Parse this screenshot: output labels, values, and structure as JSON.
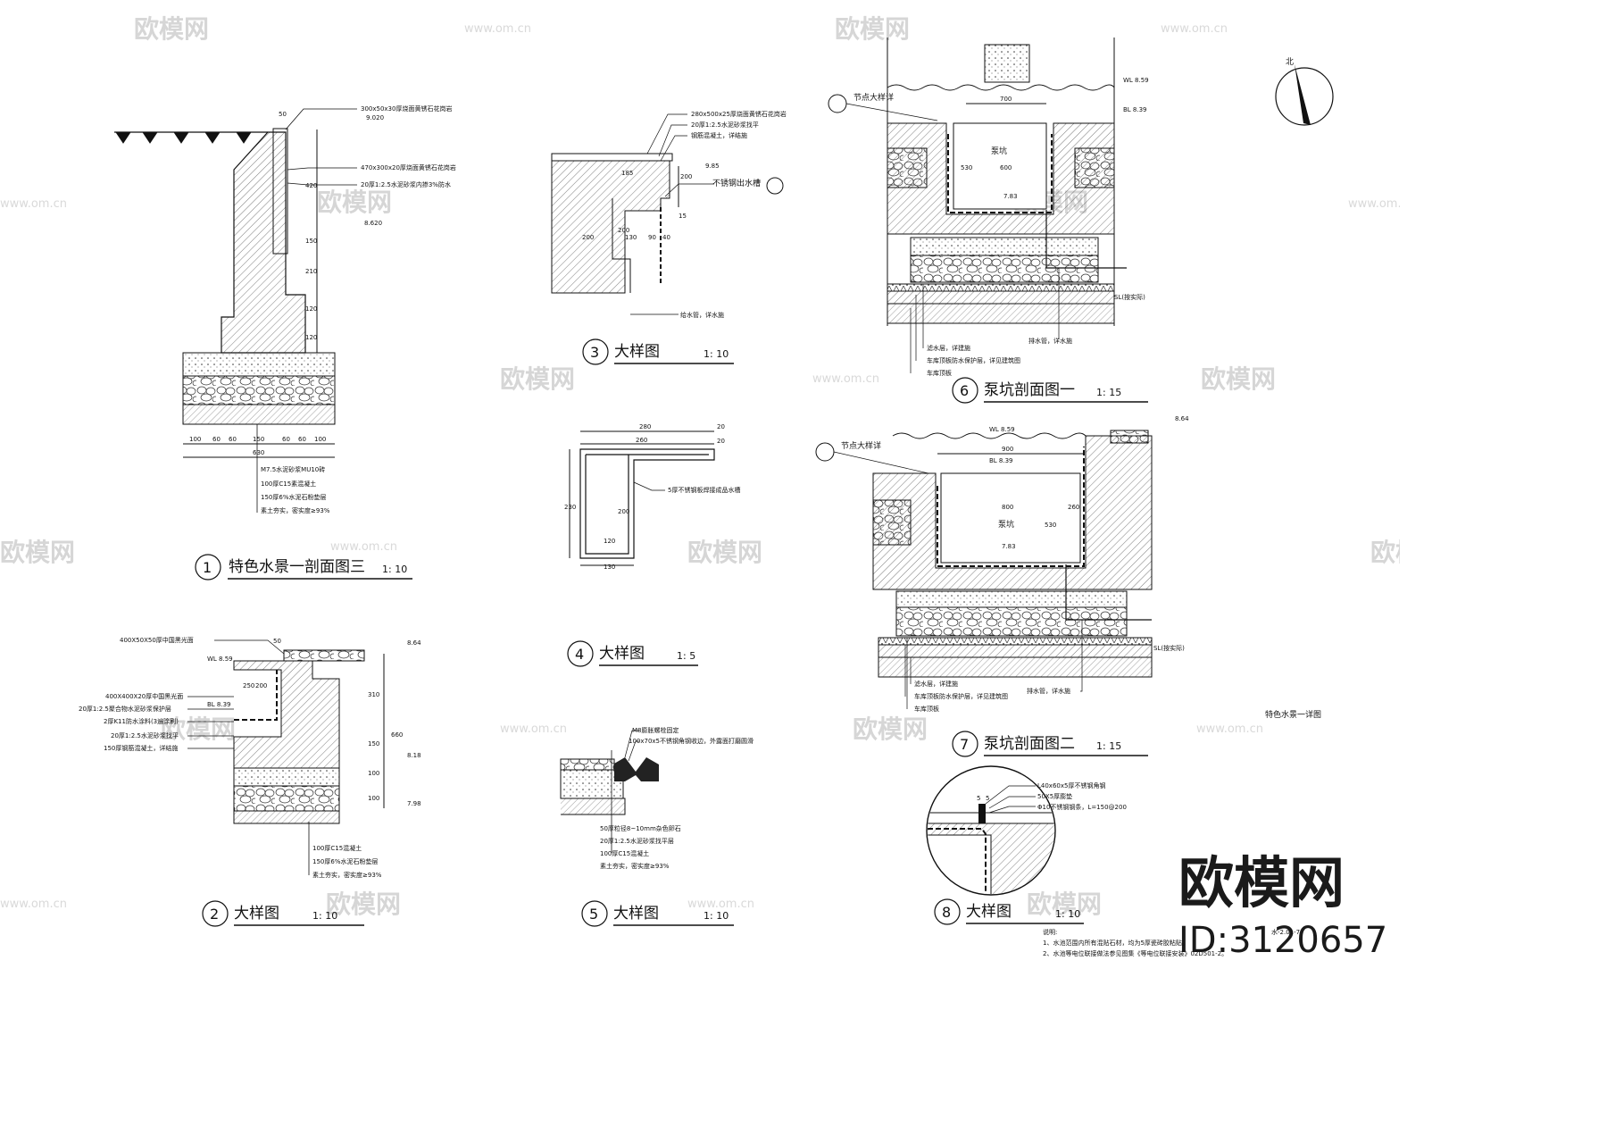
{
  "watermarks": {
    "brand": "欧模网",
    "site": "www.om.cn",
    "big_brand": "欧模网",
    "big_id": "ID:3120657"
  },
  "north": {
    "label": "北"
  },
  "sheet_caption": "特色水景一详图",
  "sheet_code": "水-2.01-7",
  "notes": {
    "heading": "说明:",
    "lines": [
      "1、水池范围内所有混贴石材，均为5厚瓷砖胶粘贴。",
      "2、水池等电位联接做法参见图集《等电位联接安装》02D501-2。"
    ]
  },
  "details": [
    {
      "num": "1",
      "title": "特色水景一剖面图三",
      "scale": "1: 10",
      "callouts": [
        "300x50x30厚烧面黄锈石花岗岩",
        "470x300x20厚烧面黄锈石花岗岩",
        "20厚1:2.5水泥砂浆内掺3%防水"
      ],
      "levels": [
        "9.020",
        "8.620"
      ],
      "dims_bottom": [
        "100",
        "60",
        "60",
        "150",
        "60",
        "60",
        "100"
      ],
      "total": "630",
      "dims_side": [
        "50",
        "420",
        "150",
        "210",
        "120",
        "120"
      ],
      "layers": [
        "M7.5水泥砂浆MU10砖",
        "100厚C15素混凝土",
        "150厚6%水泥石粉垫层",
        "素土夯实，密实度≥93%"
      ]
    },
    {
      "num": "2",
      "title": "大样图",
      "scale": "1: 10",
      "callouts": [
        "400X50X50厚中国黑光面",
        "400X400X20厚中国黑光面",
        "20厚1:2.5聚合物水泥砂浆保护层",
        "2厚K11防水涂料(3遍涂刷)",
        "20厚1:2.5水泥砂浆找平",
        "150厚钢筋混凝土，详结施"
      ],
      "levels": [
        "WL 8.59",
        "BL 8.39",
        "8.64",
        "8.18",
        "7.98"
      ],
      "dims": [
        "50",
        "250",
        "200",
        "310",
        "150",
        "100",
        "100",
        "660"
      ],
      "layers": [
        "100厚C15混凝土",
        "150厚6%水泥石粉垫层",
        "素土夯实，密实度≥93%"
      ]
    },
    {
      "num": "3",
      "title": "大样图",
      "scale": "1: 10",
      "callouts": [
        "280x500x25厚烧面黄锈石花岗岩",
        "20厚1:2.5水泥砂浆找平",
        "钢筋混凝土，详结施",
        "不锈钢出水槽",
        "给水管，详水施"
      ],
      "levels": [
        "9.85"
      ],
      "dims": [
        "185",
        "200",
        "15",
        "200",
        "200",
        "130",
        "90",
        "40"
      ]
    },
    {
      "num": "4",
      "title": "大样图",
      "scale": "1: 5",
      "callouts": [
        "5厚不锈钢板焊接成品水槽"
      ],
      "dims": [
        "280",
        "20",
        "20",
        "260",
        "230",
        "200",
        "120",
        "130"
      ]
    },
    {
      "num": "5",
      "title": "大样图",
      "scale": "1: 10",
      "callouts": [
        "M8膨胀螺栓固定",
        "100x70x5不锈钢角钢收边，外露面打磨圆滑"
      ],
      "layers": [
        "50厚粒径8~10mm杂色卵石",
        "20厚1:2.5水泥砂浆找平层",
        "100厚C15混凝土",
        "素土夯实，密实度≥93%"
      ]
    },
    {
      "num": "6",
      "title": "泵坑剖面图一",
      "scale": "1: 15",
      "callouts": [
        "节点大样详",
        "泵坑",
        "排水管，详水施",
        "滤水层，详建施",
        "车库顶板防水保护层，详见建筑图",
        "车库顶板"
      ],
      "levels": [
        "WL 8.59",
        "BL 8.39",
        "7.83",
        "SL(按实际)"
      ],
      "dims": [
        "700",
        "600",
        "530"
      ]
    },
    {
      "num": "7",
      "title": "泵坑剖面图二",
      "scale": "1: 15",
      "callouts": [
        "节点大样详",
        "泵坑",
        "排水管，详水施",
        "滤水层，详建施",
        "车库顶板防水保护层，详见建筑图",
        "车库顶板"
      ],
      "levels": [
        "WL 8.59",
        "BL 8.39",
        "8.64",
        "7.83",
        "SL(按实际)"
      ],
      "dims": [
        "900",
        "800",
        "530",
        "260"
      ]
    },
    {
      "num": "8",
      "title": "大样图",
      "scale": "1: 10",
      "callouts": [
        "L40x60x5厚不锈钢角钢",
        "50X5厚膨垫",
        "Φ10不锈钢钢条，L=150@200"
      ],
      "dims": [
        "5",
        "5"
      ]
    }
  ]
}
